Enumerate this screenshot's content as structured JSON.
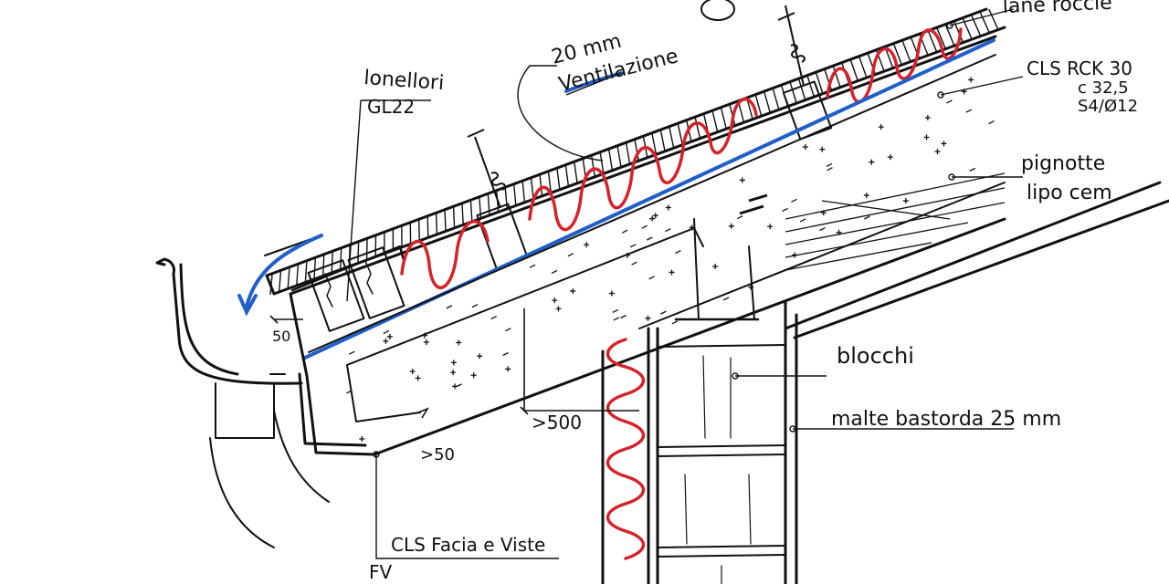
{
  "colors": {
    "ink": "#111111",
    "insulation": "#d4232b",
    "membrane": "#1f5fc7",
    "paper": "#ffffff"
  },
  "labels": {
    "top_right": "lane roccie",
    "vent_size": "20 mm",
    "vent_name": "Ventilazione",
    "battens_name": "lonellori",
    "battens_grade": "GL22",
    "concrete_line1": "CLS RCK 30",
    "concrete_line2": "c 32,5",
    "concrete_line3": "S4/Ø12",
    "joist_line1": "pignotte",
    "joist_line2": "lipo cem",
    "blocks": "blocchi",
    "mortar": "malte bastorda 25 mm",
    "fascia_line1": "CLS Facia e Viste",
    "fascia_line2": "FV",
    "dim_50_left": "50",
    "dim_500": ">500",
    "dim_50_bottom": ">50"
  }
}
